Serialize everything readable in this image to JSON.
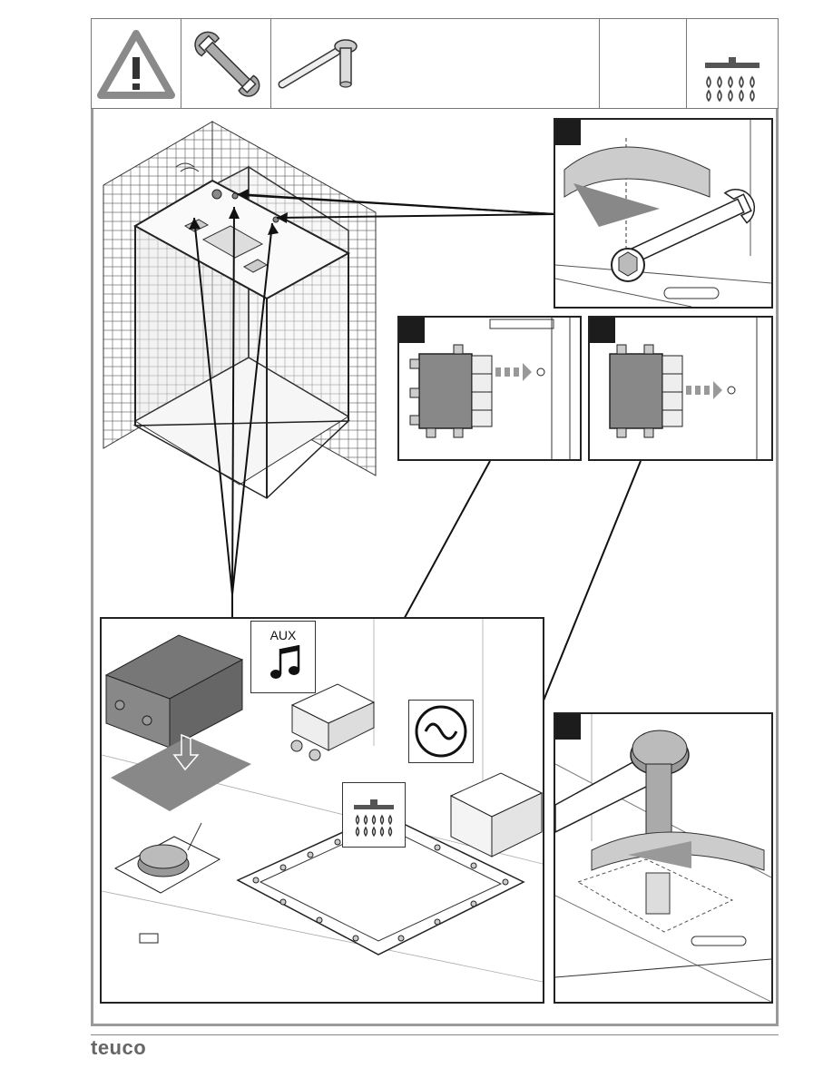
{
  "header": {
    "icons": [
      "warning-icon",
      "wrench-icon",
      "socket-wrench-icon",
      "blank",
      "blank",
      "shower-icon"
    ]
  },
  "labels": {
    "aux": "AUX"
  },
  "footer": {
    "brand": "teuco"
  }
}
